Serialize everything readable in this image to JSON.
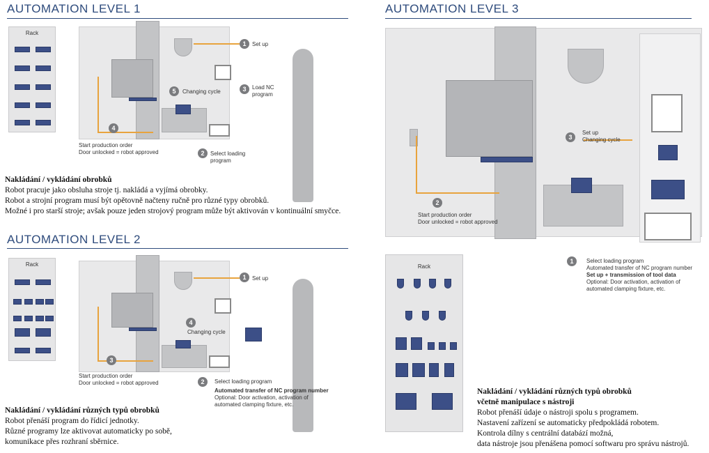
{
  "level1": {
    "title": "AUTOMATION LEVEL 1",
    "rack_label": "Rack",
    "steps": {
      "s1": {
        "n": "1",
        "label": "Set up"
      },
      "s3": {
        "n": "3",
        "label": "Load NC program"
      },
      "s5": {
        "n": "5",
        "label": "Changing cycle"
      },
      "s4": {
        "n": "4"
      },
      "s2": {
        "n": "2",
        "label": "Select loading program"
      }
    },
    "start_lines": [
      "Start production order",
      "Door unlocked = robot approved"
    ],
    "text": {
      "heading": "Nakládání / vykládání obrobků",
      "lines": [
        "Robot pracuje jako obsluha stroje tj. nakládá a vyjímá obrobky.",
        "Robot a strojní program musí být opětovně načteny ručně pro různé typy obrobků.",
        "Možné i pro starší stroje; avšak pouze jeden strojový program může být aktivován v kontinuální smyčce."
      ]
    }
  },
  "level2": {
    "title": "AUTOMATION LEVEL 2",
    "rack_label": "Rack",
    "steps": {
      "s1": {
        "n": "1",
        "label": "Set up"
      },
      "s4": {
        "n": "4",
        "label": "Changing cycle"
      },
      "s3": {
        "n": "3"
      },
      "s2": {
        "n": "2",
        "label": "Select loading program",
        "bold": "Automated transfer of NC program number",
        "lines": [
          "Optional: Door activation, activation of",
          "automated clamping fixture, etc."
        ]
      }
    },
    "start_lines": [
      "Start production order",
      "Door unlocked = robot approved"
    ],
    "text": {
      "heading": "Nakládání / vykládání různých typů obrobků",
      "lines": [
        "Robot přenáší program do řídicí jednotky.",
        "Různé programy lze aktivovat automaticky po sobě,",
        "komunikace přes rozhraní  sběrnice."
      ]
    }
  },
  "level3": {
    "title": "AUTOMATION LEVEL 3",
    "rack_label": "Rack",
    "steps": {
      "s3": {
        "n": "3",
        "lines": [
          "Set up",
          "Changing cycle"
        ]
      },
      "s2": {
        "n": "2",
        "lines": [
          "Start production order",
          "Door unlocked = robot approved"
        ]
      },
      "s1": {
        "n": "1",
        "lines": [
          "Select loading program",
          "Automated transfer of NC program number"
        ],
        "bold": "Set up + transmission of tool data",
        "lines2": [
          "Optional: Door activation, activation of",
          "automated clamping fixture, etc."
        ]
      }
    },
    "text": {
      "headings": [
        "Nakládání / vykládání různých typů obrobků",
        "včetně manipulace s nástroji"
      ],
      "lines": [
        "Robot přenáší údaje o nástroji spolu s programem.",
        "Nastavení zařízení se automaticky předpokládá robotem.",
        "Kontrola dílny s centrální databází možná,",
        "data nástroje jsou přenášena pomocí softwaru pro správu nástrojů."
      ]
    }
  },
  "colors": {
    "title": "#2e4b7c",
    "accent": "#e8a33d",
    "slot": "#3c4f87"
  }
}
